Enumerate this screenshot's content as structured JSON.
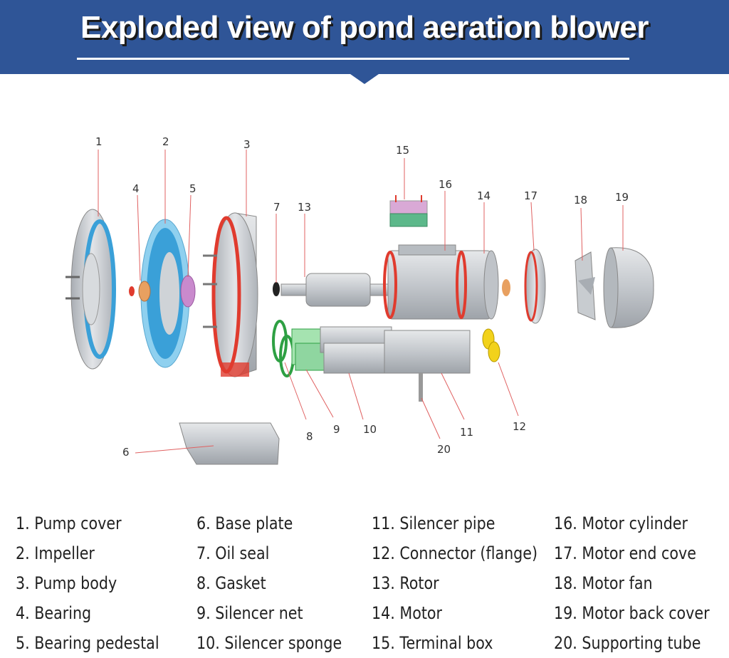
{
  "header": {
    "title": "Exploded view of pond aeration blower"
  },
  "callouts": [
    "1",
    "2",
    "3",
    "4",
    "5",
    "6",
    "7",
    "8",
    "9",
    "10",
    "11",
    "12",
    "13",
    "14",
    "15",
    "16",
    "17",
    "18",
    "19",
    "20"
  ],
  "legend": {
    "columns": [
      [
        "1. Pump cover",
        "2. Impeller",
        "3. Pump body",
        "4. Bearing",
        "5. Bearing pedestal"
      ],
      [
        "6. Base plate",
        "7. Oil seal",
        "8. Gasket",
        "9. Silencer net",
        "10. Silencer sponge"
      ],
      [
        "11. Silencer pipe",
        "12. Connector (flange)",
        "13. Rotor",
        "14. Motor",
        "15. Terminal box"
      ],
      [
        "16. Motor cylinder",
        "17. Motor end cove",
        "18. Motor fan",
        "19. Motor back cover",
        "20. Supporting tube"
      ]
    ]
  },
  "colors": {
    "header_bg": "#2f5597",
    "metal": "#c9ccd0",
    "accent_blue": "#3aa0d8",
    "accent_red": "#e03b2e",
    "gasket_green": "#2ea043",
    "connector_yellow": "#f2d21b",
    "bearing_orange": "#e8a060",
    "pedestal_purple": "#c98acd"
  }
}
